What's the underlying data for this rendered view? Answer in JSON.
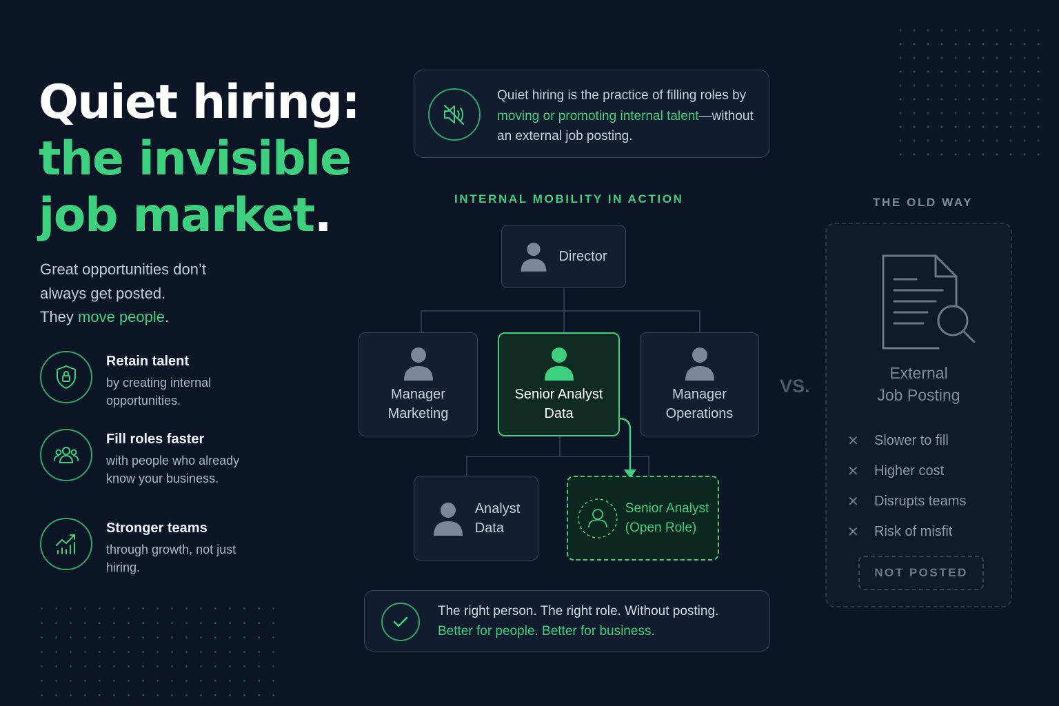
{
  "headline": {
    "line1": "Quiet hiring:",
    "line2": "the invisible",
    "line3": "job market",
    "period": "."
  },
  "subtitle": {
    "line1": "Great opportunities don’t",
    "line2": "always get posted.",
    "line3_prefix": "They ",
    "line3_highlight": "move people",
    "line3_suffix": "."
  },
  "benefits": [
    {
      "title": "Retain talent",
      "desc": "by creating internal opportunities.",
      "icon": "shield-lock-icon"
    },
    {
      "title": "Fill roles faster",
      "desc": "with people who already know your business.",
      "icon": "team-icon"
    },
    {
      "title": "Stronger teams",
      "desc": "through growth, not just hiring.",
      "icon": "growth-chart-icon"
    }
  ],
  "definition": {
    "prefix": "Quiet hiring is the practice of filling roles by ",
    "highlight": "moving or promoting internal talent",
    "suffix": "—without an external job posting.",
    "icon": "muted-speaker-icon"
  },
  "section_label": "INTERNAL MOBILITY IN ACTION",
  "org": {
    "director": "Director",
    "manager_marketing": {
      "line1": "Manager",
      "line2": "Marketing"
    },
    "senior_analyst": {
      "line1": "Senior Analyst",
      "line2": "Data"
    },
    "manager_operations": {
      "line1": "Manager",
      "line2": "Operations"
    },
    "analyst": {
      "line1": "Analyst",
      "line2": "Data"
    },
    "open_role": {
      "line1": "Senior Analyst",
      "line2": "(Open Role)"
    }
  },
  "bottom": {
    "line1": "The right person. The right role. Without posting.",
    "line2": "Better for people. Better for business.",
    "icon": "check-circle-icon"
  },
  "vs_label": "VS.",
  "old_way": {
    "label": "THE OLD WAY",
    "title_line1": "External",
    "title_line2": "Job Posting",
    "items": [
      "Slower to fill",
      "Higher cost",
      "Disrupts teams",
      "Risk of misfit"
    ],
    "badge": "NOT POSTED",
    "icon": "document-search-icon"
  },
  "colors": {
    "background": "#0b1526",
    "accent": "#3dd07f",
    "muted": "#7f8a9a"
  }
}
